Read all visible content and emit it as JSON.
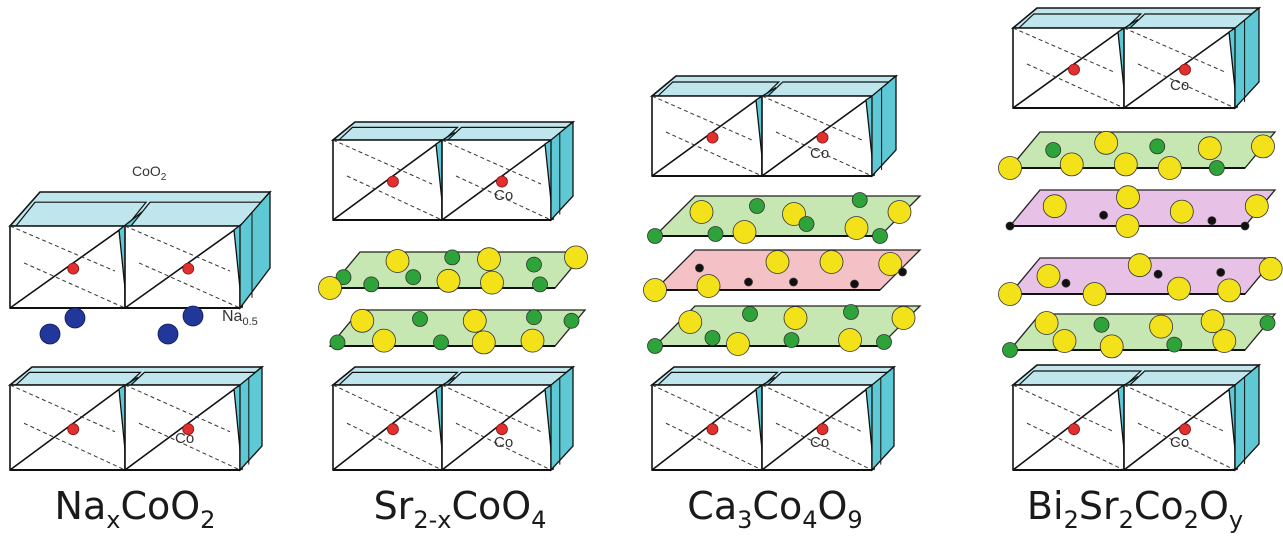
{
  "panels": [
    {
      "id": "naxcoo2",
      "formula": [
        {
          "t": "Na"
        },
        {
          "s": "x"
        },
        {
          "t": "CoO"
        },
        {
          "s": "2"
        }
      ],
      "labels": {
        "coo2": "CoO",
        "coo2_sub": "2",
        "na": "Na",
        "na_sub": "0.5",
        "co": "Co"
      }
    },
    {
      "id": "sr2xcoo4",
      "formula": [
        {
          "t": "Sr"
        },
        {
          "s": "2-x"
        },
        {
          "t": "CoO"
        },
        {
          "s": "4"
        }
      ],
      "labels": {
        "co_top": "Co",
        "co_bottom": "Co"
      }
    },
    {
      "id": "ca3co4o9",
      "formula": [
        {
          "t": "Ca"
        },
        {
          "s": "3"
        },
        {
          "t": "Co"
        },
        {
          "s": "4"
        },
        {
          "t": "O"
        },
        {
          "s": "9"
        }
      ],
      "labels": {
        "co_top": "Co",
        "co_bottom": "Co"
      }
    },
    {
      "id": "bi2sr2co2oy",
      "formula": [
        {
          "t": "Bi"
        },
        {
          "s": "2"
        },
        {
          "t": "Sr"
        },
        {
          "s": "2"
        },
        {
          "t": "Co"
        },
        {
          "s": "2"
        },
        {
          "t": "O"
        },
        {
          "s": "y"
        }
      ],
      "labels": {
        "co_top": "Co",
        "co_bottom": "Co"
      }
    }
  ],
  "colors": {
    "octahedron_face": "#bfe6ec",
    "octahedron_side": "#5ec9d4",
    "cobalt": "#e03030",
    "sodium": "#22379a",
    "yellow_atom": "#f3e21a",
    "green_atom": "#2ea33a",
    "black_atom": "#111111",
    "green_plane": "#c7e7b2",
    "pink_plane": "#f4c2c6",
    "purple_plane": "#e8c2e6"
  }
}
